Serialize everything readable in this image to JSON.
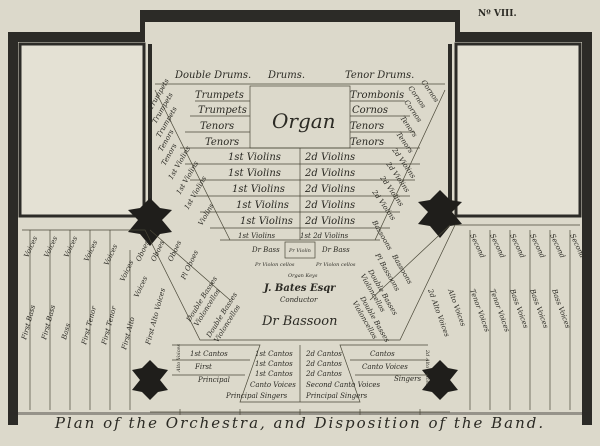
{
  "plate_number": "Nº VIII.",
  "title": "Plan of the Orchestra, and Disposition of the Band.",
  "colors": {
    "paper": "#dcd9cb",
    "ink": "#2b2a24",
    "walls": "#2c2b27"
  },
  "drums": [
    "Double Drums.",
    "Drums.",
    "Tenor Drums."
  ],
  "organ": "Organ",
  "left_upper": [
    "Trumpets",
    "Trumpets",
    "Tenors",
    "Tenors"
  ],
  "right_upper": [
    "Trombonis",
    "Cornos",
    "Tenors",
    "Tenors"
  ],
  "left_diagonal": [
    "Trumpets",
    "Trumpets",
    "Trumpets",
    "Tenors",
    "Tenors",
    "1st Violins",
    "1st Violins",
    "1st Violins",
    "Violins"
  ],
  "right_diagonal": [
    "Cornos",
    "Cornos",
    "Cornos",
    "Tenors",
    "Tenors",
    "2d Violins",
    "2d Violins",
    "2d Violins",
    "2d Violins"
  ],
  "first_violins": [
    "1st Violins",
    "1st Violins",
    "1st Violins",
    "1st Violins",
    "1st Violins",
    "1st Violins"
  ],
  "second_violins": [
    "2d Violins",
    "2d Violins",
    "2d Violins",
    "2d Violins",
    "2d Violins",
    "1st 2d Violins"
  ],
  "center": {
    "double_bass_left": "Dr Bass",
    "principal_violin": "Pr Violin",
    "double_bass_right": "Dr Bass",
    "violoncello_left": "Pr Violon cellos",
    "violoncello_right": "Pr Violon cellos",
    "organ_keys": "Organ Keys",
    "conductor_name": "J. Bates Esqr",
    "conductor_label": "Conductor",
    "bassoon": "Dr Bassoon"
  },
  "left_wind": [
    "Oboes",
    "Oboes",
    "Oboes",
    "Pl Oboes",
    "Double Basses Violoncellos",
    "Double Basses Violoncellos"
  ],
  "right_wind": [
    "Bassoons",
    "Bassoons",
    "Pl Bassoons",
    "Double Basses Violoncellos",
    "Double Basses Violoncellos"
  ],
  "left_voices_top": [
    "Voices",
    "Voices",
    "Voices",
    "Voices",
    "Voices",
    "Voices",
    "Voices"
  ],
  "left_voices_bottom": [
    "First Bass",
    "First Bass",
    "Bass",
    "First Tenor",
    "First Tenor",
    "First Alto",
    "First Alto Voices"
  ],
  "right_voices_top": [
    "Second",
    "Second",
    "Second",
    "Second",
    "Second",
    "Second"
  ],
  "right_voices_bottom": [
    "2d Alto Voices",
    "Alto Voices",
    "Tenor Voices",
    "Tenor Voices",
    "Bass Voices",
    "Bass Voices",
    "Bass Voices"
  ],
  "alto_left": "Alto Voices",
  "alto_right": "2d Alto Voices",
  "cantos": {
    "left": [
      "1st Cantos",
      "First",
      "Principal"
    ],
    "mid_left": [
      "1st Cantos",
      "1st Cantos",
      "1st Cantos",
      "Canto Voices",
      "Principal Singers"
    ],
    "mid_right": [
      "2d Cantos",
      "2d Cantos",
      "2d Cantos",
      "Second Canto Voices",
      "Principal Singers"
    ],
    "right": [
      "Cantos",
      "Canto Voices",
      "Singers"
    ]
  }
}
